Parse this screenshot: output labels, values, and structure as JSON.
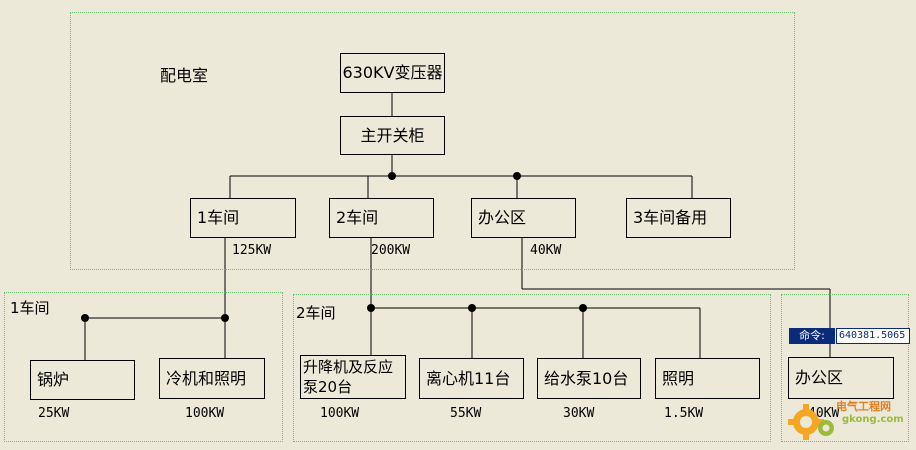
{
  "zones": {
    "substation": {
      "title": "配电室"
    },
    "workshop1": {
      "title": "1车间"
    },
    "workshop2": {
      "title": "2车间"
    }
  },
  "nodes": {
    "transformer": "630KV变压器",
    "main_switchgear": "主开关柜",
    "ws1": "1车间",
    "ws2": "2车间",
    "office": "办公区",
    "ws3": "3车间备用",
    "boiler": "锅炉",
    "cooling_lighting": "冷机和照明",
    "lift_pumps": "升降机及反应泵20台",
    "centrifuge": "离心机11台",
    "water_pump": "给水泵10台",
    "lighting": "照明",
    "office_sub": "办公区"
  },
  "loads": {
    "ws1": "125KW",
    "ws2": "200KW",
    "office": "40KW",
    "boiler": "25KW",
    "cooling_lighting": "100KW",
    "lift_pumps": "100KW",
    "centrifuge": "55KW",
    "water_pump": "30KW",
    "lighting": "1.5KW",
    "office_sub": "40KW"
  },
  "command": {
    "label": "命令:",
    "value": "640381.5065"
  },
  "watermark": {
    "name": "电气工程网",
    "url": "gkong.com"
  }
}
